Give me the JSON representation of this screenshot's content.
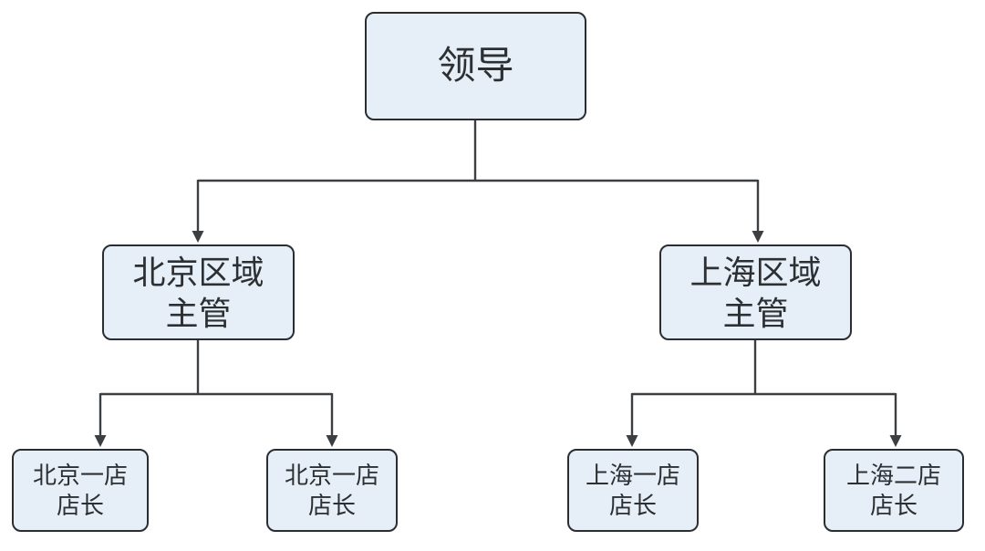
{
  "diagram_type": "org-chart",
  "colors": {
    "node_fill": "#e6eff7",
    "node_border": "#2b2e31",
    "line_color": "#3c3f42",
    "text_color": "#2d3033",
    "background": "#ffffff"
  },
  "nodes": {
    "leader": {
      "line1": "领导"
    },
    "beijing_supervisor": {
      "line1": "北京区域",
      "line2": "主管"
    },
    "shanghai_supervisor": {
      "line1": "上海区域",
      "line2": "主管"
    },
    "beijing_store_a": {
      "line1": "北京一店",
      "line2": "店长"
    },
    "beijing_store_b": {
      "line1": "北京一店",
      "line2": "店长"
    },
    "shanghai_store_1": {
      "line1": "上海一店",
      "line2": "店长"
    },
    "shanghai_store_2": {
      "line1": "上海二店",
      "line2": "店长"
    }
  },
  "edges": [
    {
      "from": "leader",
      "to": "beijing_supervisor"
    },
    {
      "from": "leader",
      "to": "shanghai_supervisor"
    },
    {
      "from": "beijing_supervisor",
      "to": "beijing_store_a"
    },
    {
      "from": "beijing_supervisor",
      "to": "beijing_store_b"
    },
    {
      "from": "shanghai_supervisor",
      "to": "shanghai_store_1"
    },
    {
      "from": "shanghai_supervisor",
      "to": "shanghai_store_2"
    }
  ]
}
